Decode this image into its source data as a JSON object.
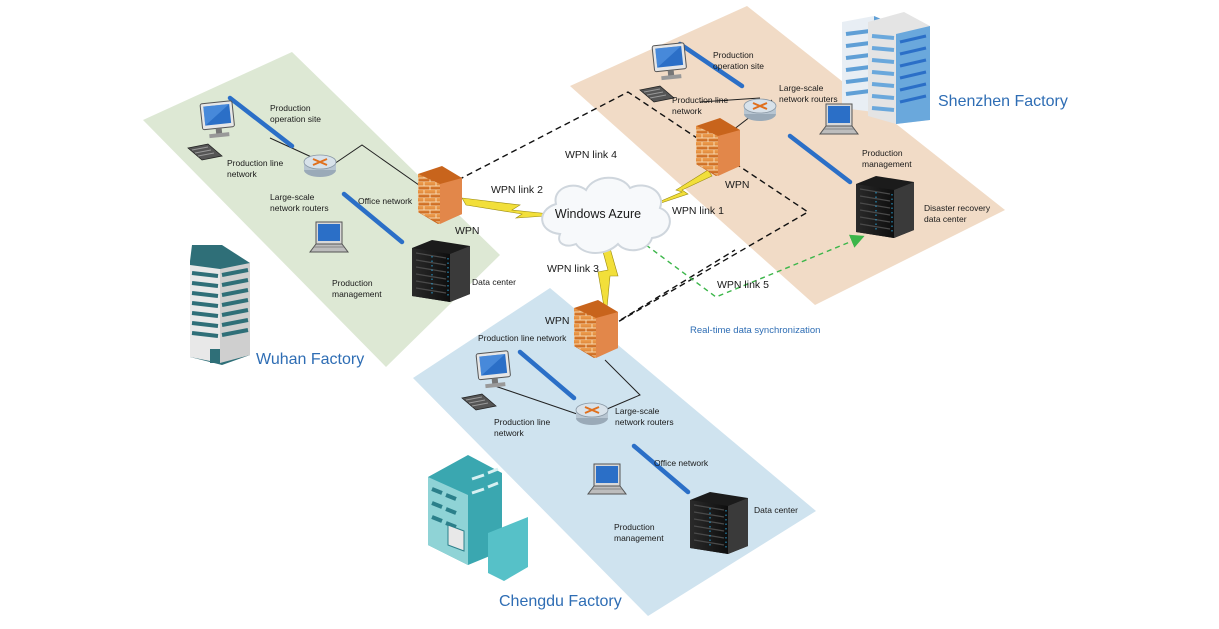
{
  "factories": {
    "wuhan": "Wuhan Factory",
    "shenzhen": "Shenzhen Factory",
    "chengdu": "Chengdu Factory"
  },
  "cloud": {
    "label": "Windows Azure"
  },
  "links": {
    "link1": "WPN link 1",
    "link2": "WPN link 2",
    "link3": "WPN link 3",
    "link4": "WPN link 4",
    "link5": "WPN link 5"
  },
  "sync": {
    "label": "Real-time data synchronization"
  },
  "wuhan": {
    "production_site": [
      "Production",
      "operation site"
    ],
    "production_line": [
      "Production line",
      "network"
    ],
    "routers": [
      "Large-scale",
      "network routers"
    ],
    "office_network": "Office network",
    "wpn": "WPN",
    "production_mgmt": [
      "Production",
      "management"
    ],
    "data_center": "Data center"
  },
  "shenzhen": {
    "production_site": [
      "Production",
      "operation site"
    ],
    "production_line": [
      "Production line",
      "network"
    ],
    "routers": [
      "Large-scale",
      "network routers"
    ],
    "wpn": "WPN",
    "production_mgmt": [
      "Production",
      "management"
    ],
    "dr_center": [
      "Disaster recovery",
      "data center"
    ]
  },
  "chengdu": {
    "wpn": "WPN",
    "production_line_top": "Production line network",
    "production_line": [
      "Production line",
      "network"
    ],
    "routers": [
      "Large-scale",
      "network routers"
    ],
    "office_network": "Office network",
    "production_mgmt": [
      "Production",
      "management"
    ],
    "data_center": "Data center"
  },
  "colors": {
    "wuhan_zone": "#dde8d4",
    "shenzhen_zone": "#f1dbc6",
    "chengdu_zone": "#cfe3ef",
    "factory_text": "#2e6db4",
    "sync_arrow": "#3cb64a",
    "lightning": "#f2df3a",
    "cable": "#3b7fd4"
  },
  "icons": [
    "monitor-icon",
    "keyboard-icon",
    "router-icon",
    "firewall-icon",
    "laptop-icon",
    "server-rack-icon",
    "building-icon",
    "cloud-icon"
  ]
}
